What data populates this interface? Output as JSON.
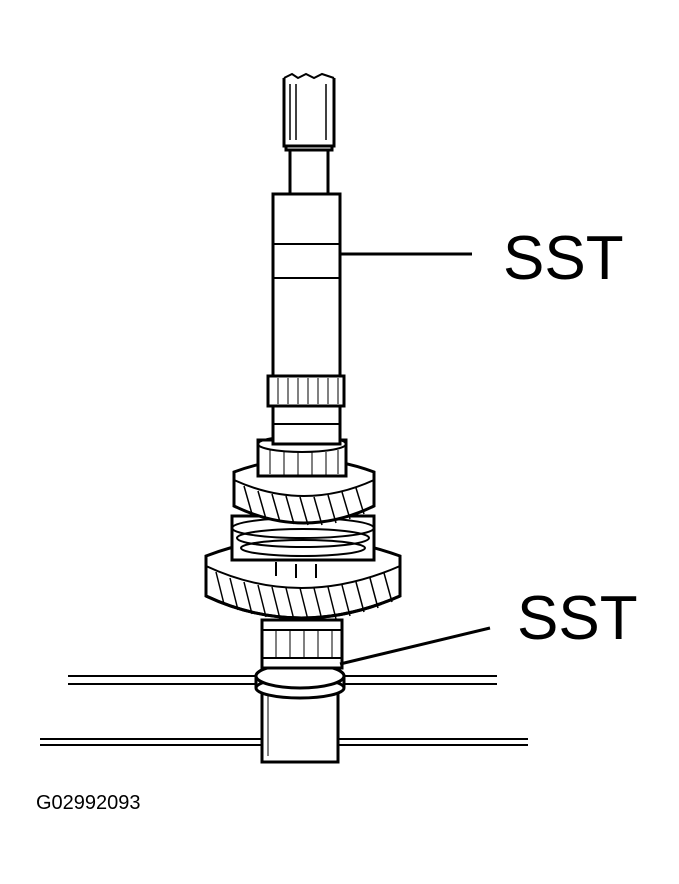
{
  "callouts": {
    "upper": "SST",
    "lower": "SST"
  },
  "figure_id": "G02992093",
  "colors": {
    "line": "#000000",
    "background": "#ffffff"
  }
}
